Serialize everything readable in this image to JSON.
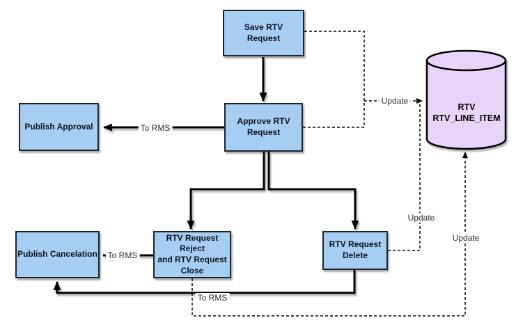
{
  "diagram": {
    "nodes": {
      "save_rtv_request": {
        "label": "Save RTV\nRequest"
      },
      "approve_rtv_request": {
        "label": "Approve RTV\nRequest"
      },
      "publish_approval": {
        "label": "Publish Approval"
      },
      "publish_cancelation": {
        "label": "Publish Cancelation"
      },
      "rtv_request_reject_close": {
        "label": "RTV Request Reject\nand RTV Request\nClose"
      },
      "rtv_request_delete": {
        "label": "RTV Request\nDelete"
      },
      "rtv_datastore": {
        "label": "RTV\nRTV_LINE_ITEM"
      }
    },
    "edge_labels": {
      "approve_to_rms": "To RMS",
      "reject_to_rms": "To RMS",
      "delete_to_rms": "To RMS",
      "update_top": "Update",
      "update_middle": "Update",
      "update_right": "Update"
    },
    "colors": {
      "process_fill": "#a6cdf2",
      "process_stroke": "#1d2430",
      "datastore_fill": "#e8d4f8",
      "datastore_stroke": "#000000",
      "connector": "#000000",
      "background": "#ffffff"
    }
  }
}
